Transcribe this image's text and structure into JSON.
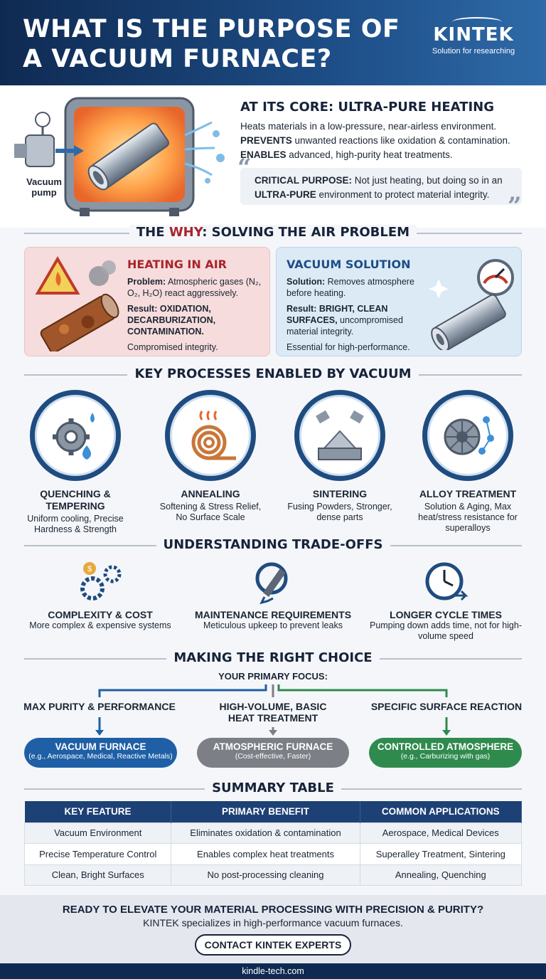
{
  "header": {
    "title": "WHAT IS THE PURPOSE OF A VACUUM FURNACE?",
    "brand": "KINTEK",
    "tagline": "Solution for researching"
  },
  "core": {
    "illustration_label": "Vacuum pump",
    "title": "AT ITS CORE: ULTRA-PURE HEATING",
    "line1": "Heats materials in a low-pressure, near-airless environment.",
    "line2_bold": "PREVENTS",
    "line2_rest": " unwanted reactions like oxidation & contamination.",
    "line3_bold": "ENABLES",
    "line3_rest": " advanced, high-purity heat treatments.",
    "quote_bold1": "CRITICAL PURPOSE:",
    "quote_mid": " Not just heating, but doing so in an ",
    "quote_bold2": "ULTRA-PURE",
    "quote_end": " environment to protect material integrity."
  },
  "why": {
    "title_pre": "THE ",
    "title_red": "WHY",
    "title_post": ": SOLVING THE AIR PROBLEM",
    "air": {
      "title": "HEATING IN AIR",
      "problem_label": "Problem:",
      "problem": " Atmospheric gases (N₂, O₂, H₂O) react aggressively.",
      "result_label": "Result: ",
      "result": "OXIDATION, DECARBURIZATION, CONTAMINATION.",
      "footer": "Compromised integrity."
    },
    "vacuum": {
      "title": "VACUUM SOLUTION",
      "solution_label": "Solution:",
      "solution": " Removes atmosphere before heating.",
      "result_label": "Result: ",
      "result_bold": "BRIGHT, CLEAN SURFACES,",
      "result_rest": " uncompromised material integrity.",
      "footer": "Essential for high-performance."
    }
  },
  "processes": {
    "title": "KEY PROCESSES ENABLED BY VACUUM",
    "items": [
      {
        "name": "QUENCHING & TEMPERING",
        "desc": "Uniform cooling, Precise Hardness & Strength"
      },
      {
        "name": "ANNEALING",
        "desc": "Softening & Stress Relief, No Surface Scale"
      },
      {
        "name": "SINTERING",
        "desc": "Fusing Powders, Stronger, dense parts"
      },
      {
        "name": "ALLOY TREATMENT",
        "desc": "Solution & Aging, Max heat/stress resistance for superalloys"
      }
    ]
  },
  "tradeoffs": {
    "title": "UNDERSTANDING TRADE-OFFS",
    "items": [
      {
        "name": "COMPLEXITY & COST",
        "desc": "More complex & expensive systems"
      },
      {
        "name": "MAINTENANCE REQUIREMENTS",
        "desc": "Meticulous upkeep to prevent leaks"
      },
      {
        "name": "LONGER CYCLE TIMES",
        "desc": "Pumping down adds time, not for high-volume speed"
      }
    ]
  },
  "choice": {
    "title": "MAKING THE RIGHT CHOICE",
    "focus": "YOUR PRIMARY FOCUS:",
    "options": [
      {
        "label": "MAX PURITY & PERFORMANCE",
        "pill": "VACUUM FURNACE",
        "sub": "(e.g., Aerospace, Medical, Reactive Metals)",
        "color": "#1f5fa6"
      },
      {
        "label": "HIGH-VOLUME, BASIC HEAT TREATMENT",
        "pill": "ATMOSPHERIC FURNACE",
        "sub": "(Cost-effective, Faster)",
        "color": "#7c7f85"
      },
      {
        "label": "SPECIFIC SURFACE REACTION",
        "pill": "CONTROLLED ATMOSPHERE",
        "sub": "(e.g., Carburizing with gas)",
        "color": "#2f8a4e"
      }
    ]
  },
  "summary": {
    "title": "SUMMARY TABLE",
    "headers": [
      "KEY FEATURE",
      "PRIMARY BENEFIT",
      "COMMON APPLICATIONS"
    ],
    "rows": [
      [
        "Vacuum Environment",
        "Eliminates oxidation & contamination",
        "Aerospace, Medical Devices"
      ],
      [
        "Precise Temperature Control",
        "Enables complex heat treatments",
        "Superalley Treatment, Sintering"
      ],
      [
        "Clean, Bright Surfaces",
        "No post-processing cleaning",
        "Annealing, Quenching"
      ]
    ]
  },
  "cta": {
    "headline": "READY TO ELEVATE YOUR MATERIAL PROCESSING WITH PRECISION & PURITY?",
    "sub": "KINTEK specializes in high-performance vacuum furnaces.",
    "button": "CONTACT KINTEK EXPERTS"
  },
  "footer": {
    "url": "kindle-tech.com"
  }
}
